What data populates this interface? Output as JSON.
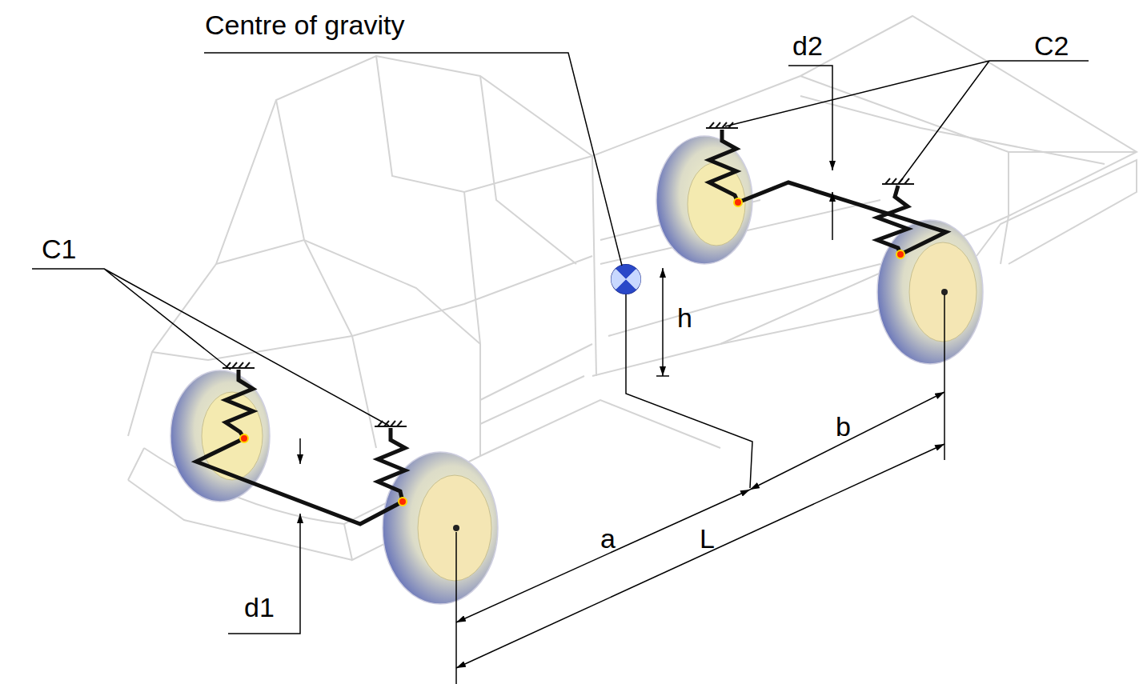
{
  "diagram": {
    "labels": [
      "Centre of gravity",
      "d2",
      "C2",
      "C1",
      "h",
      "b",
      "a",
      "L",
      "d1"
    ]
  }
}
